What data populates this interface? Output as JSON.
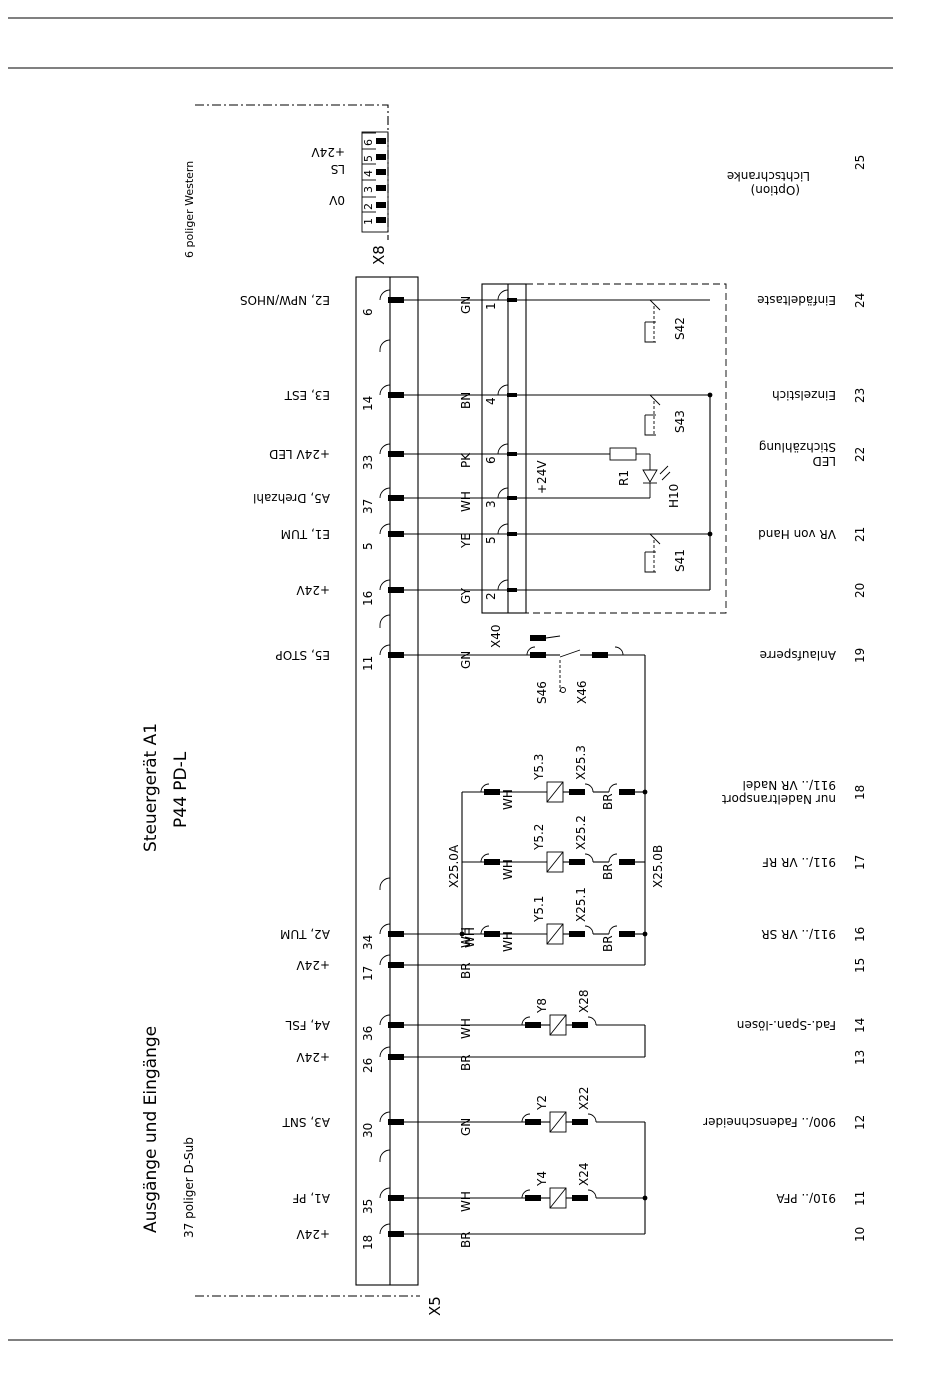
{
  "title": {
    "line1": "Ausgänge und Eingänge",
    "line2": "37 poliger D-Sub"
  },
  "controller": {
    "line1": "Steuergerät A1",
    "line2": "P44 PD-L"
  },
  "x8": {
    "label": "X8",
    "caption": "6 poliger Western",
    "pins": [
      "1",
      "2",
      "3",
      "4",
      "5",
      "6"
    ],
    "signals": [
      "0V",
      "LS",
      "+24V"
    ]
  },
  "x5": {
    "label": "X5"
  },
  "x40": {
    "label": "X40"
  },
  "rows": [
    {
      "pin": "6",
      "signal": "E2, NPW/NHOS",
      "wire": "GN",
      "x40pin": "1",
      "desc": [
        "Einfädeltaste"
      ],
      "num": "24",
      "comp": "S42"
    },
    {
      "pin": "14",
      "signal": "E3, EST",
      "wire": "BN",
      "x40pin": "4",
      "desc": [
        "Einzelstich"
      ],
      "num": "23",
      "comp": "S43"
    },
    {
      "pin": "33",
      "signal": "+24V LED",
      "wire": "PK",
      "x40pin": "6",
      "desc": [
        "Stichzählung",
        "LED"
      ],
      "num": "22",
      "comp": "R1"
    },
    {
      "pin": "37",
      "signal": "A5, Drehzahl",
      "wire": "WH",
      "x40pin": "3",
      "desc": [],
      "num": "",
      "comp": "H10"
    },
    {
      "pin": "5",
      "signal": "E1, TUM",
      "wire": "YE",
      "x40pin": "5",
      "desc": [
        "VR von Hand"
      ],
      "num": "21",
      "comp": "S41"
    },
    {
      "pin": "16",
      "signal": "+24V",
      "wire": "GY",
      "x40pin": "2",
      "desc": [],
      "num": "20",
      "comp": ""
    },
    {
      "pin": "11",
      "signal": "E5, STOP",
      "wire": "GN",
      "desc": [
        "Anlaufsperre"
      ],
      "num": "19",
      "comp": "S46",
      "conn": "X46"
    },
    {
      "pin": "",
      "signal": "",
      "wire": "WH",
      "desc": [
        "911/.. VR Nadel",
        "nur Nadeltransport"
      ],
      "num": "18",
      "comp": "Y5.3",
      "conn": "X25.3"
    },
    {
      "pin": "",
      "signal": "",
      "wire": "WH",
      "desc": [
        "911/.. VR RF"
      ],
      "num": "17",
      "comp": "Y5.2",
      "conn": "X25.2"
    },
    {
      "pin": "34",
      "signal": "A2, TUM",
      "wire": "WH",
      "desc": [
        "911/.. VR SR"
      ],
      "num": "16",
      "comp": "Y5.1",
      "conn": "X25.1"
    },
    {
      "pin": "17",
      "signal": "+24V",
      "wire": "BR",
      "desc": [],
      "num": "15",
      "comp": ""
    },
    {
      "pin": "36",
      "signal": "A4, FSL",
      "wire": "WH",
      "desc": [
        "Fad.-Span.-lösen"
      ],
      "num": "14",
      "comp": "Y8",
      "conn": "X28"
    },
    {
      "pin": "26",
      "signal": "+24V",
      "wire": "BR",
      "desc": [],
      "num": "13",
      "comp": ""
    },
    {
      "pin": "30",
      "signal": "A3, SNT",
      "wire": "GN",
      "desc": [
        "900/.. Fadenschneider"
      ],
      "num": "12",
      "comp": "Y2",
      "conn": "X22"
    },
    {
      "pin": "35",
      "signal": "A1, PF",
      "wire": "WH",
      "desc": [
        "910/.. PFA"
      ],
      "num": "11",
      "comp": "Y4",
      "conn": "X24"
    },
    {
      "pin": "18",
      "signal": "+24V",
      "wire": "BR",
      "desc": [],
      "num": "10",
      "comp": ""
    }
  ],
  "extra": {
    "x8_desc": [
      "Lichtschranke",
      "(Option)"
    ],
    "x8_num": "25",
    "plus24v": "+24V",
    "x25_0a": "X25.0A",
    "x25_0b": "X25.0B",
    "wh": "WH",
    "br": "BR"
  }
}
